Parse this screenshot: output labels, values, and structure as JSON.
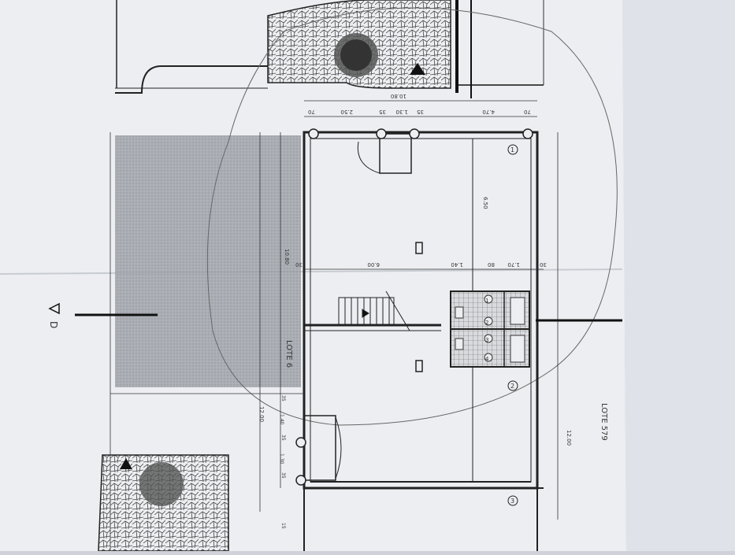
{
  "plan": {
    "dims_top": {
      "overall": "10.80",
      "a": "70",
      "b": "2.50",
      "c": "35",
      "d": "1.30",
      "e": "35",
      "f": "4.70",
      "g": "70"
    },
    "dims_mid": {
      "width": "6.00",
      "a": "1.40",
      "b": "80",
      "c": "1.70",
      "d": "30",
      "left": "30"
    },
    "dims_right": {
      "upper": "6.50",
      "lower": "12.00"
    },
    "dims_left": {
      "upper": "10.80",
      "lower": "12.00",
      "s1": "35",
      "s2": "1.40",
      "s3": "35",
      "s4": "1.30",
      "s5": "35",
      "s6": "15"
    },
    "lot_left": "LOTE 6",
    "lot_right": "LOTE 579",
    "section_mark": "D",
    "room_marks": [
      "1",
      "2",
      "3"
    ],
    "wc_marks": [
      "1",
      "2",
      "3",
      "4"
    ]
  },
  "colors": {
    "paper": "#eef0f3",
    "ink": "#2a2a2a",
    "hatch": "#8d9096",
    "shadow": "#b7bcc4"
  }
}
